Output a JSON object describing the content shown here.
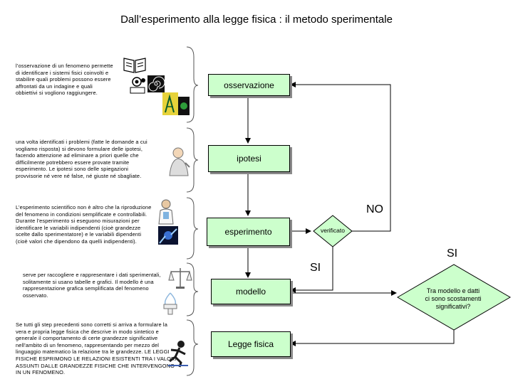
{
  "title": "Dall’esperimento alla legge fisica : il metodo sperimentale",
  "descriptions": {
    "observation": "l’osservazione di un fenomeno permette di identificare i sistemi fisici coinvolti e stabilire quali problemi possono essere affrontati da un indagine e quali obbiettivi si vogliono raggiungere.",
    "hypothesis": "una volta identificati i problemi (fatte le domande a cui vogliamo risposta) si devono formulare delle ipotesi, facendo attenzione ad eliminare a priori quelle che difficilmente potrebbero essere provate tramite esperimento. Le ipotesi sono delle spiegazioni provvisorie né vere né false, né giuste né sbagliate.",
    "experiment": "L’esperimento scientifico non è altro che la riproduzione del fenomeno in condizioni semplificate e controllabili. Durante l’esperimento si eseguono misurazioni per identificare le variabili indipendenti (cioè grandezze scelte dallo sperimentatore) e le variabili dipendenti (cioè valori che dipendono da quelli indipendenti).",
    "model": "serve per raccogliere e rappresentare i dati sperimentali, solitamente si usano tabelle e grafici. Il modello è una rappresentazione grafica semplificata del fenomeno osservato.",
    "law": "Se tutti gli step precedenti sono corretti si arriva a formulare la vera e propria legge fisica che descrive in modo sintetico e generale il comportamento di certe grandezze significative nell’ambito di un fenomeno, rappresentando per mezzo del linguaggio matematico la relazione tra le grandezze. LE LEGGI FISICHE ESPRIMONO LE RELAZIONI ESISTENTI TRA I VALORI ASSUNTI DALLE GRANDEZZE FISICHE CHE INTERVENGONO IN UN FENOMENO."
  },
  "flow": {
    "observation": "osservazione",
    "hypothesis": "ipotesi",
    "experiment": "esperimento",
    "model": "modello",
    "law": "Legge fisica",
    "verified": "verificato",
    "question": "Tra modello e datti ci sono scostamenti significativi?",
    "no_label": "NO",
    "si_label_1": "SI",
    "si_label_2": "SI"
  },
  "colors": {
    "box_fill": "#ccffcc",
    "diamond_fill": "#ccffcc",
    "arrow": "#000000"
  },
  "icons": [
    "book-icon",
    "microscope-icon",
    "spiral-icon",
    "graph-paper-icon",
    "black-icon",
    "thinking-person-icon",
    "scientist-icon",
    "lab-machine-icon",
    "scales-icon",
    "fountain-icon",
    "figure-running-icon"
  ]
}
